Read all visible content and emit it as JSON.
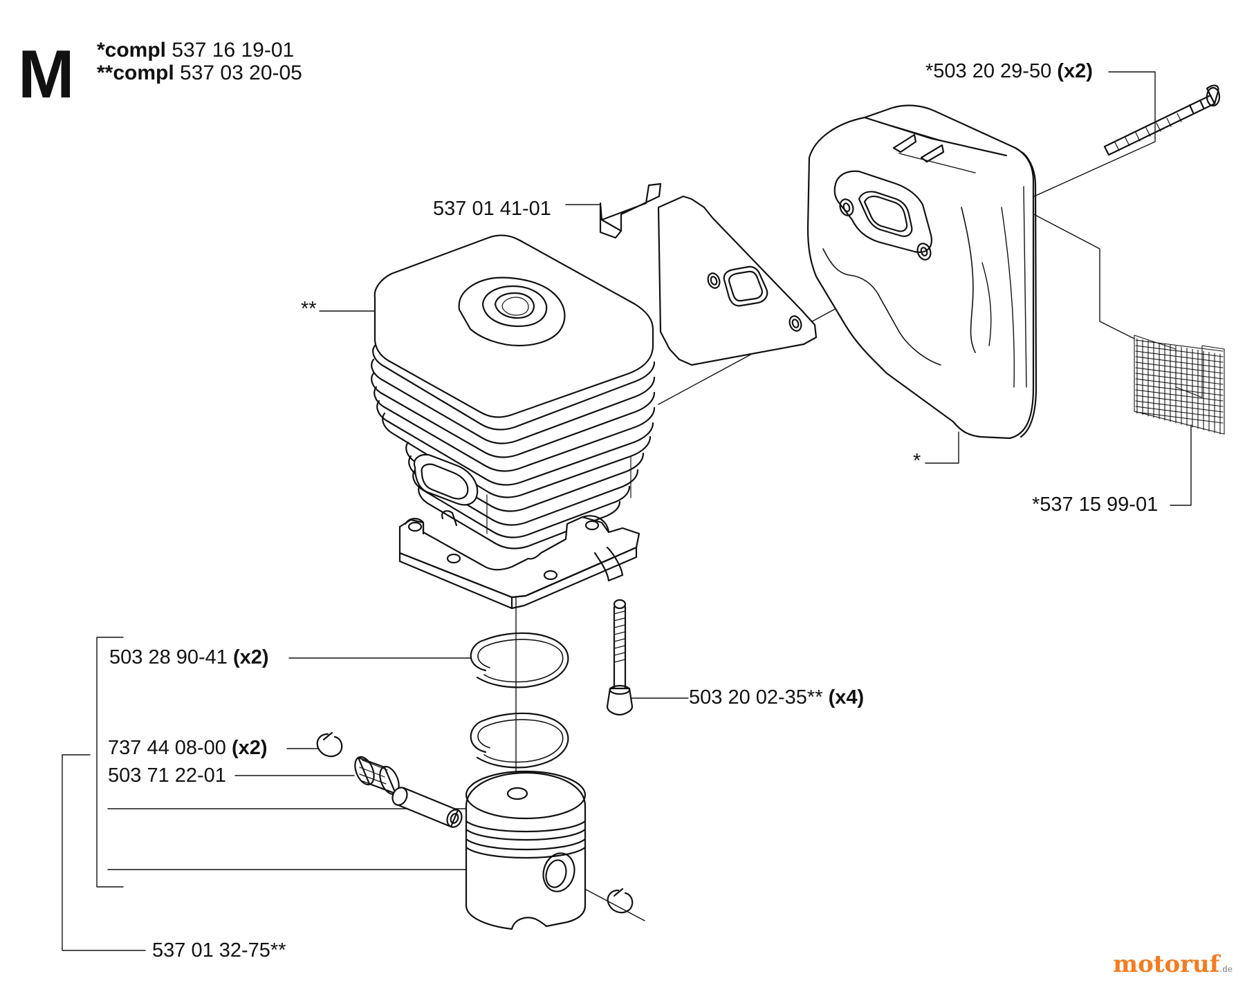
{
  "section": {
    "letter": "M",
    "compl_1": {
      "prefix": "*compl",
      "number": "537 16 19-01"
    },
    "compl_2": {
      "prefix": "**compl",
      "number": "537 03 20-05"
    }
  },
  "parts": [
    {
      "id": "muffler-bolt",
      "number": "*503 20 29-50",
      "qty": "(x2)"
    },
    {
      "id": "muffler-bracket",
      "number": "537 01 41-01",
      "qty": ""
    },
    {
      "id": "cylinder",
      "number": "**",
      "qty": ""
    },
    {
      "id": "muffler",
      "number": "*",
      "qty": ""
    },
    {
      "id": "spark-screen",
      "number": "*537 15 99-01",
      "qty": ""
    },
    {
      "id": "piston-ring",
      "number": "503 28 90-41",
      "qty": "(x2)"
    },
    {
      "id": "cylinder-screw",
      "number": "503 20 02-35**",
      "qty": "(x4)"
    },
    {
      "id": "circlip",
      "number": "737 44 08-00",
      "qty": "(x2)"
    },
    {
      "id": "needle-bearing",
      "number": "503 71 22-01",
      "qty": ""
    },
    {
      "id": "piston",
      "number": "537 01 32-75**",
      "qty": ""
    }
  ],
  "watermark": {
    "main": "motoruf",
    "tld": ".de"
  },
  "colors": {
    "line": "#111111",
    "watermark": "#f47b20"
  }
}
